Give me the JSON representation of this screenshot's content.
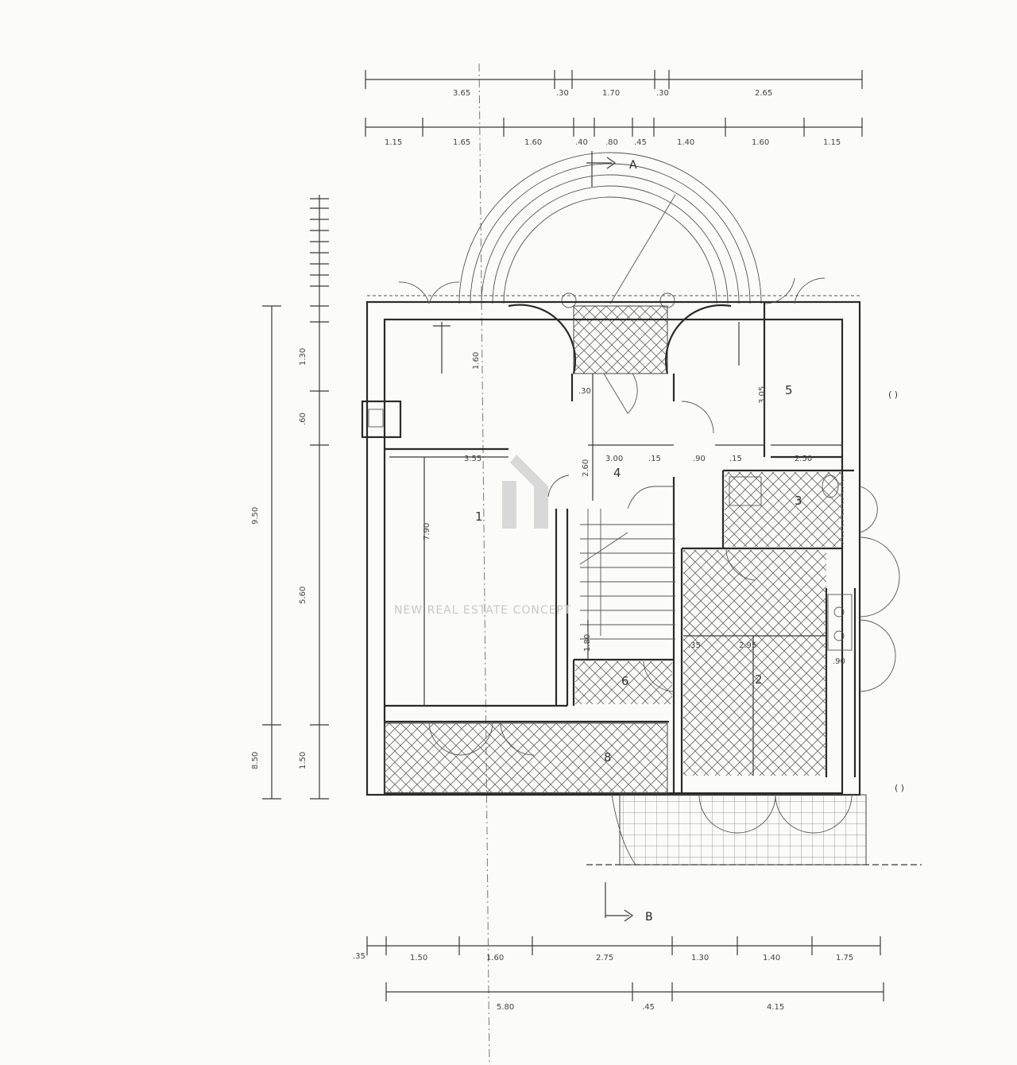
{
  "watermark": "NEW REAL ESTATE CONCEPT",
  "section_markers": [
    "A",
    "B"
  ],
  "rooms": [
    {
      "id": "room-1",
      "label": "1"
    },
    {
      "id": "room-2",
      "label": "2"
    },
    {
      "id": "room-3",
      "label": "3"
    },
    {
      "id": "room-4",
      "label": "4"
    },
    {
      "id": "room-5",
      "label": "5"
    },
    {
      "id": "room-6",
      "label": "6"
    },
    {
      "id": "room-8",
      "label": "8"
    }
  ],
  "dims_top_outer": [
    "3.65",
    ".30",
    "1.70",
    ".30",
    "2.65"
  ],
  "dims_top_inner": [
    "1.15",
    "1.65",
    "1.60",
    ".40",
    ".80",
    ".45",
    "1.40",
    "1.60",
    "1.15"
  ],
  "dims_bottom_inner": [
    ".35",
    "1.50",
    "1.60",
    "2.75",
    "1.30",
    "1.40",
    "1.75"
  ],
  "dims_bottom_outer": [
    "5.80",
    ".45",
    "4.15"
  ],
  "dims_left_outer": [
    "9.50",
    "8.50"
  ],
  "dims_left_inner": [
    "1.30",
    "5.60",
    "1.50",
    ".60"
  ],
  "dims_interior": [
    "3.55",
    "7.90",
    "1.60",
    "2.60",
    "3.00",
    ".15",
    ".90",
    ".15",
    "2.50",
    "3.05",
    ".35",
    "2.95",
    "1.80",
    ".30",
    ".90"
  ]
}
